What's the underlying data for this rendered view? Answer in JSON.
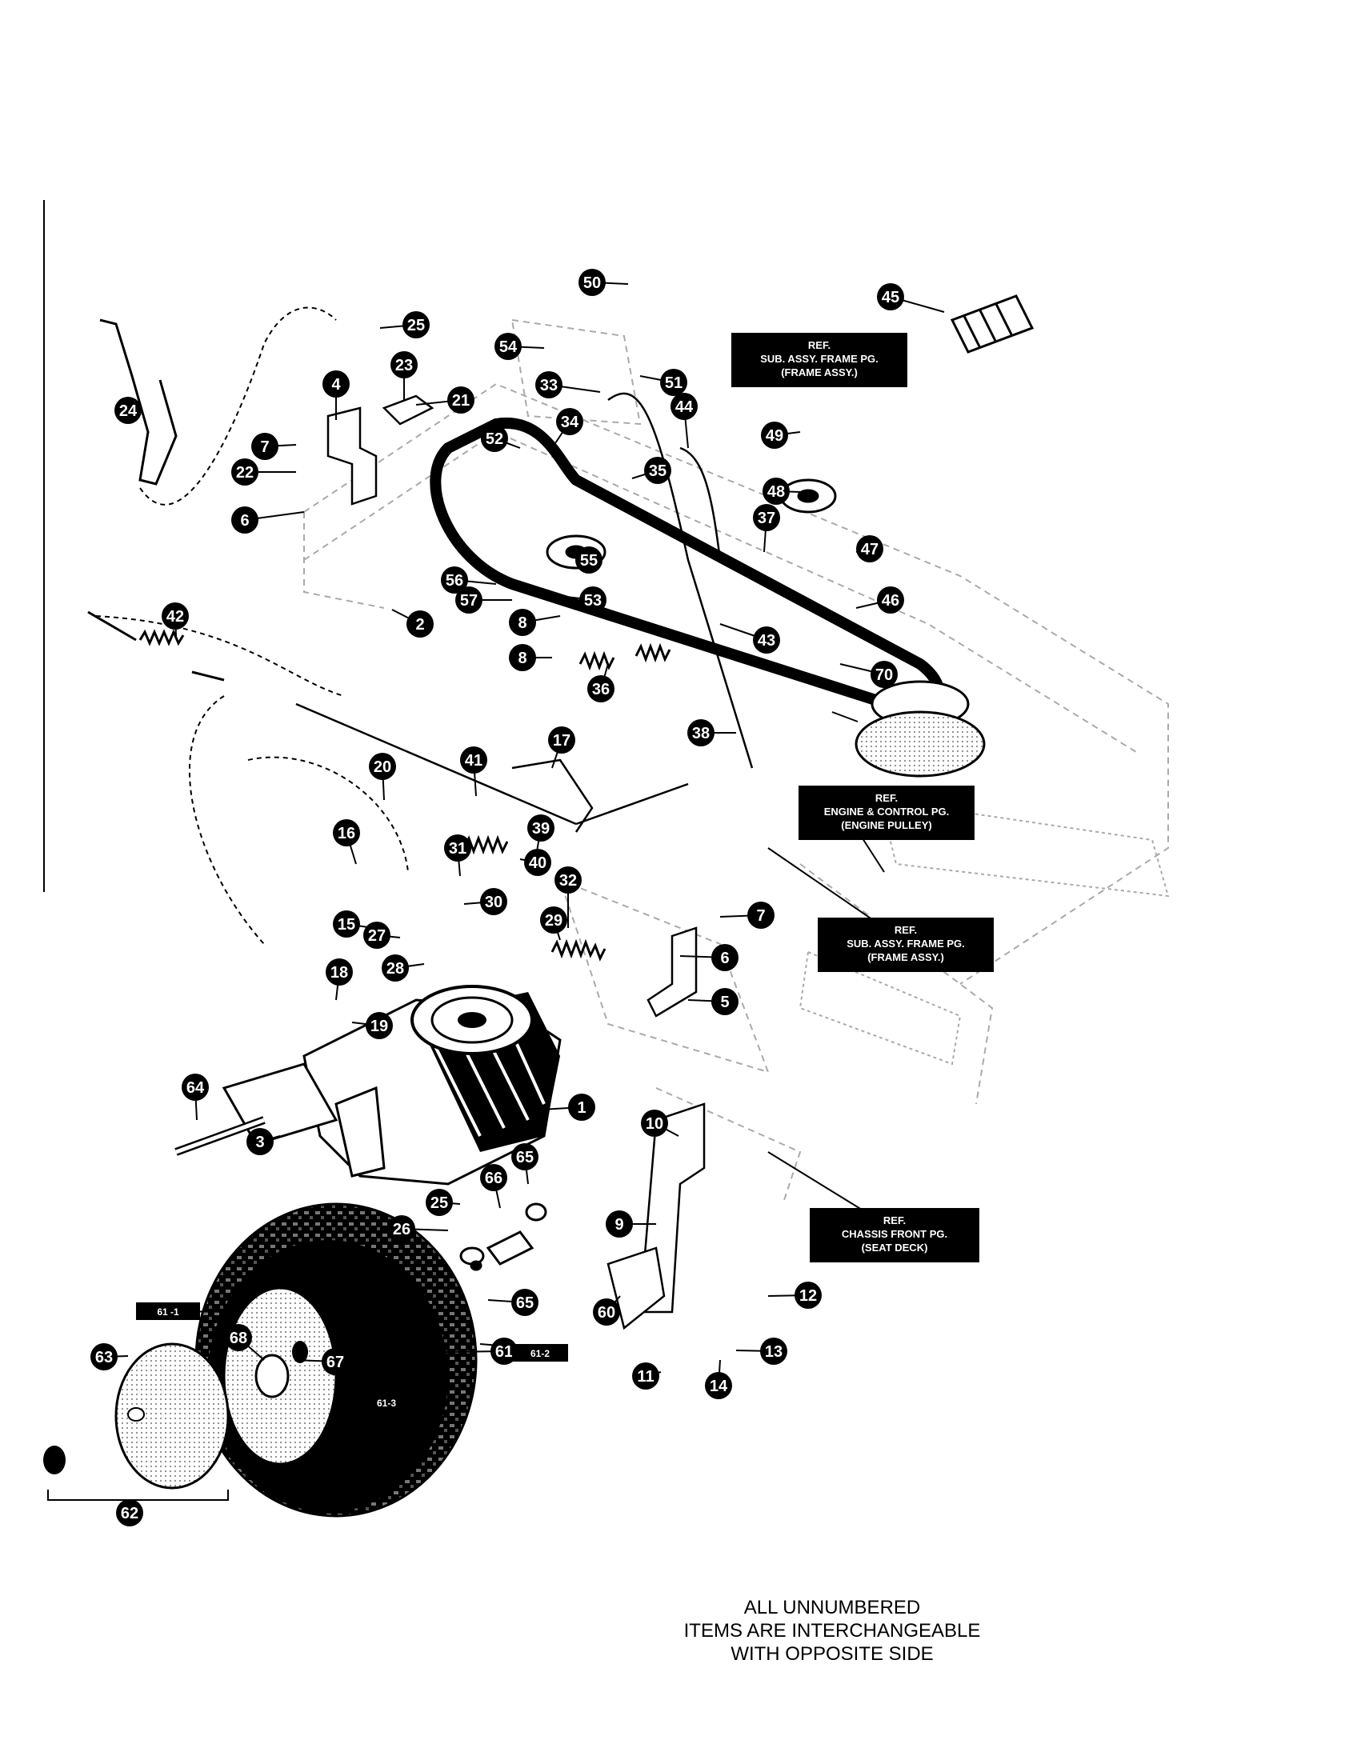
{
  "callouts": [
    {
      "label": "1"
    },
    {
      "label": "2"
    },
    {
      "label": "3"
    },
    {
      "label": "4"
    },
    {
      "label": "5"
    },
    {
      "label": "6"
    },
    {
      "label": "6"
    },
    {
      "label": "7"
    },
    {
      "label": "7"
    },
    {
      "label": "8"
    },
    {
      "label": "8"
    },
    {
      "label": "9"
    },
    {
      "label": "10"
    },
    {
      "label": "11"
    },
    {
      "label": "12"
    },
    {
      "label": "13"
    },
    {
      "label": "14"
    },
    {
      "label": "15"
    },
    {
      "label": "16"
    },
    {
      "label": "17"
    },
    {
      "label": "18"
    },
    {
      "label": "19"
    },
    {
      "label": "20"
    },
    {
      "label": "21"
    },
    {
      "label": "22"
    },
    {
      "label": "23"
    },
    {
      "label": "24"
    },
    {
      "label": "25"
    },
    {
      "label": "25"
    },
    {
      "label": "26"
    },
    {
      "label": "27"
    },
    {
      "label": "28"
    },
    {
      "label": "29"
    },
    {
      "label": "30"
    },
    {
      "label": "31"
    },
    {
      "label": "32"
    },
    {
      "label": "33"
    },
    {
      "label": "34"
    },
    {
      "label": "35"
    },
    {
      "label": "36"
    },
    {
      "label": "37"
    },
    {
      "label": "38"
    },
    {
      "label": "39"
    },
    {
      "label": "40"
    },
    {
      "label": "41"
    },
    {
      "label": "42"
    },
    {
      "label": "43"
    },
    {
      "label": "44"
    },
    {
      "label": "45"
    },
    {
      "label": "46"
    },
    {
      "label": "47"
    },
    {
      "label": "48"
    },
    {
      "label": "49"
    },
    {
      "label": "50"
    },
    {
      "label": "51"
    },
    {
      "label": "52"
    },
    {
      "label": "53"
    },
    {
      "label": "54"
    },
    {
      "label": "55"
    },
    {
      "label": "56"
    },
    {
      "label": "57"
    },
    {
      "label": "60"
    },
    {
      "label": "61"
    },
    {
      "label": "62"
    },
    {
      "label": "63"
    },
    {
      "label": "64"
    },
    {
      "label": "65"
    },
    {
      "label": "65"
    },
    {
      "label": "66"
    },
    {
      "label": "67"
    },
    {
      "label": "68"
    },
    {
      "label": "70"
    }
  ],
  "subtags": [
    {
      "label": "61 -1"
    },
    {
      "label": "61-2"
    },
    {
      "label": "61-3"
    }
  ],
  "ref_boxes": [
    {
      "lines": [
        "REF.",
        "SUB. ASSY. FRAME PG.",
        "(FRAME ASSY.)"
      ]
    },
    {
      "lines": [
        "REF.",
        "ENGINE & CONTROL PG.",
        "(ENGINE PULLEY)"
      ]
    },
    {
      "lines": [
        "REF.",
        "SUB. ASSY. FRAME PG.",
        "(FRAME ASSY.)"
      ]
    },
    {
      "lines": [
        "REF.",
        "CHASSIS FRONT PG.",
        "(SEAT DECK)"
      ]
    }
  ],
  "note": {
    "line1": "ALL UNNUMBERED",
    "line2": "ITEMS ARE INTERCHANGEABLE",
    "line3": "WITH OPPOSITE SIDE"
  }
}
